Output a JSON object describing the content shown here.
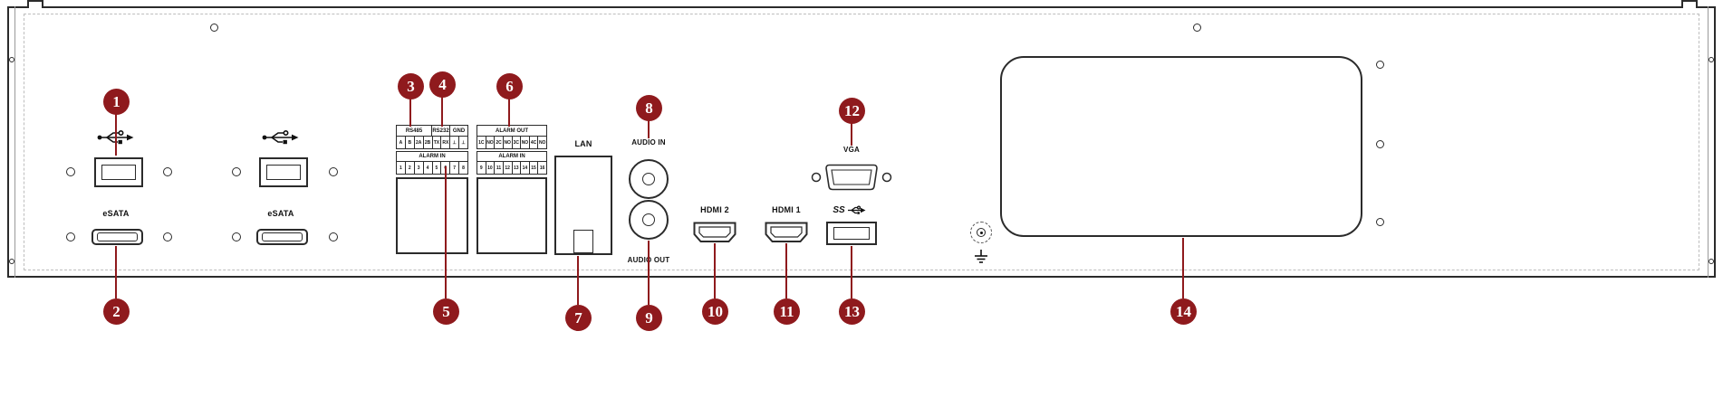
{
  "callouts": [
    "1",
    "2",
    "3",
    "4",
    "5",
    "6",
    "7",
    "8",
    "9",
    "10",
    "11",
    "12",
    "13",
    "14"
  ],
  "labels": {
    "usb3_ss": "SS",
    "esata_1": "eSATA",
    "esata_2": "eSATA",
    "lan": "LAN",
    "audio_in": "AUDIO IN",
    "audio_out": "AUDIO OUT",
    "hdmi_2": "HDMI 2",
    "hdmi_1": "HDMI 1",
    "vga": "VGA"
  },
  "terminal_block_left": {
    "headers": [
      "RS485",
      "RS232",
      "GND"
    ],
    "pin_row_1": [
      "A",
      "B",
      "2A",
      "2B",
      "TX",
      "RX",
      "⊥",
      "⊥"
    ],
    "alarm_in_header": "ALARM IN",
    "pin_row_2": [
      "1",
      "2",
      "3",
      "4",
      "5",
      "6",
      "7",
      "8"
    ]
  },
  "terminal_block_right": {
    "header": "ALARM OUT",
    "pin_row_1": [
      "1C",
      "NO",
      "2C",
      "NO",
      "3C",
      "NO",
      "4C",
      "NO"
    ],
    "alarm_in_header": "ALARM IN",
    "pin_row_2": [
      "9",
      "10",
      "11",
      "12",
      "13",
      "14",
      "15",
      "16"
    ]
  },
  "colors": {
    "callout": "#8f1a1d",
    "panel_line": "#2b2b2b",
    "background": "#ffffff"
  },
  "icons": {
    "usb_icon": "usb-trident",
    "usb3_ss_icon": "superspeed-trident-arrow",
    "ground_pin_glyph": "⊥",
    "earth_ground_icon": "earth-ground",
    "ground_terminal_icon": "dashed-circle-terminal"
  }
}
